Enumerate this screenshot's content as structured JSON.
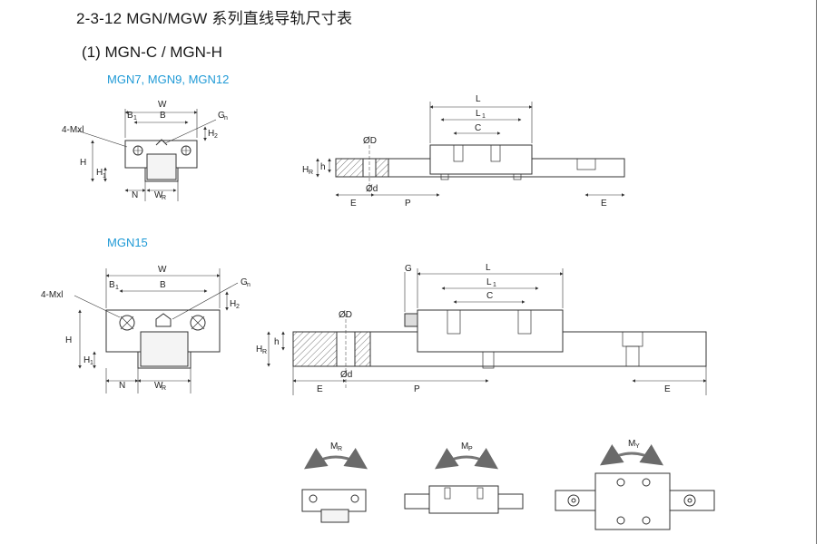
{
  "heading": "2-3-12  MGN/MGW 系列直线导轨尺寸表",
  "subheading": "(1) MGN-C / MGN-H",
  "series_small": "MGN7, MGN9, MGN12",
  "series_large": "MGN15",
  "colors": {
    "series_label": "#1f9ad6",
    "line": "#3a3a3a",
    "hatch": "#555555"
  },
  "dims": {
    "W": "W",
    "B": "B",
    "B1": "B",
    "B1_sub": "1",
    "G": "G",
    "Gn": "G",
    "Gn_sub": "n",
    "H2": "H",
    "H2_sub": "2",
    "H": "H",
    "H1": "H",
    "H1_sub": "1",
    "N": "N",
    "WR": "W",
    "WR_sub": "R",
    "L": "L",
    "L1": "L",
    "L1_sub": "1",
    "C": "C",
    "phiD": "ØD",
    "phid": "Ød",
    "h": "h",
    "HR": "H",
    "HR_sub": "R",
    "E": "E",
    "P": "P",
    "mxl": "4-Mxl"
  },
  "moments": {
    "MR": "M",
    "MR_sub": "R",
    "MP": "M",
    "MP_sub": "P",
    "MY": "M",
    "MY_sub": "Y"
  }
}
